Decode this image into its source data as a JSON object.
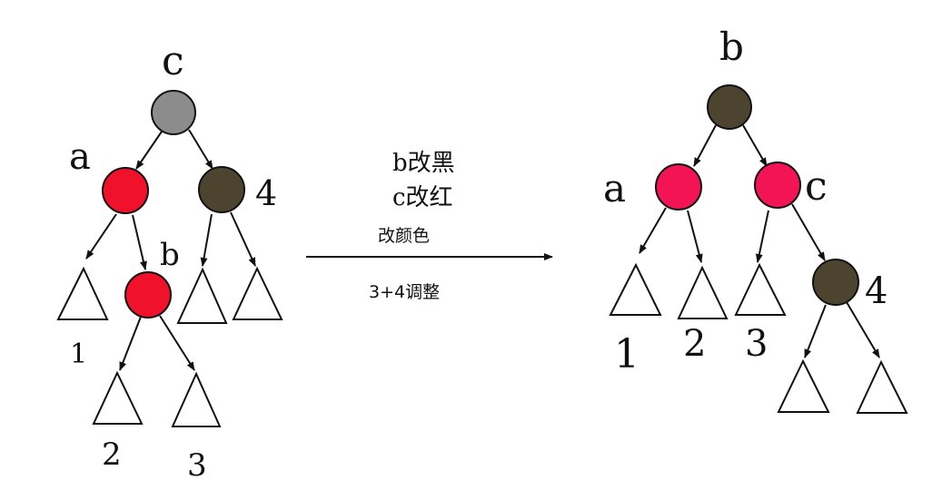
{
  "colors": {
    "red": "#F0112A",
    "red_right": "#F21455",
    "black_node": "#4D4430",
    "gray_node": "#8C8C8C",
    "line": "#111111"
  },
  "left_tree": {
    "root_label": "c",
    "left_label": "a",
    "right_label": "4",
    "inner_label": "b",
    "leaf_labels": [
      "1",
      "2",
      "3"
    ]
  },
  "transform": {
    "note_line1": "b改黑",
    "note_line2": "c改红",
    "step1": "改颜色",
    "step2": "3+4调整"
  },
  "right_tree": {
    "root_label": "b",
    "left_label": "a",
    "right_label": "c",
    "inner_label": "4",
    "leaf_labels": [
      "1",
      "2",
      "3"
    ]
  }
}
